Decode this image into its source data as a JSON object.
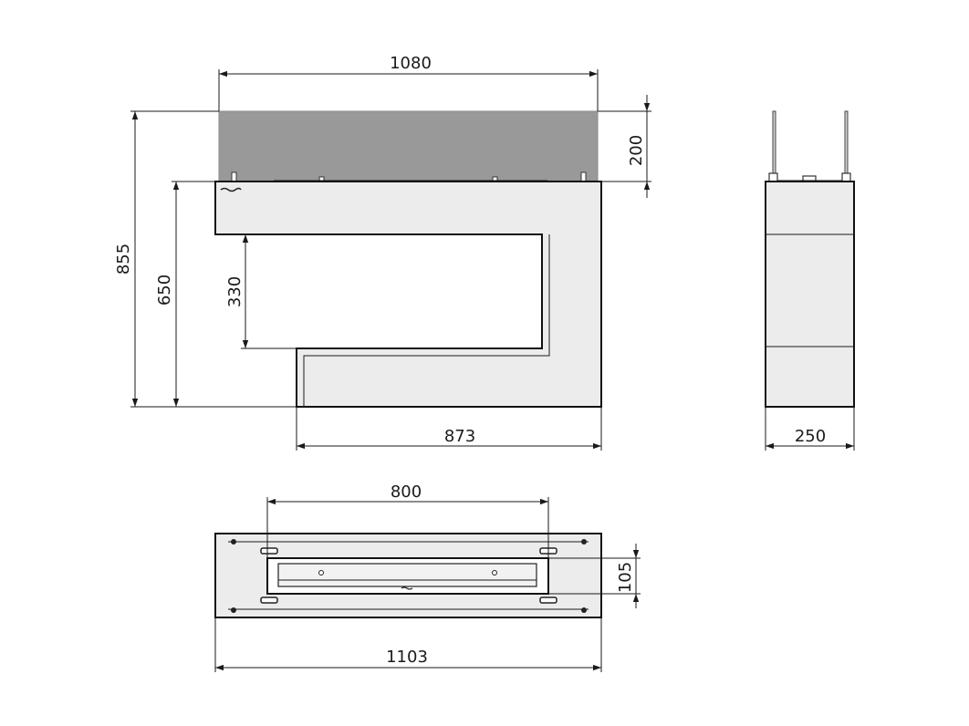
{
  "drawing": {
    "front_view": {
      "overall_width": "1080",
      "overall_height": "855",
      "glass_height": "200",
      "body_height": "650",
      "opening_height": "330",
      "base_width": "873"
    },
    "side_view": {
      "depth": "250"
    },
    "top_view": {
      "burner_length": "800",
      "burner_width": "105",
      "overall_length": "1103"
    }
  },
  "colors": {
    "glass": "#999999",
    "body": "#ececec",
    "line": "#1a1a1a"
  }
}
